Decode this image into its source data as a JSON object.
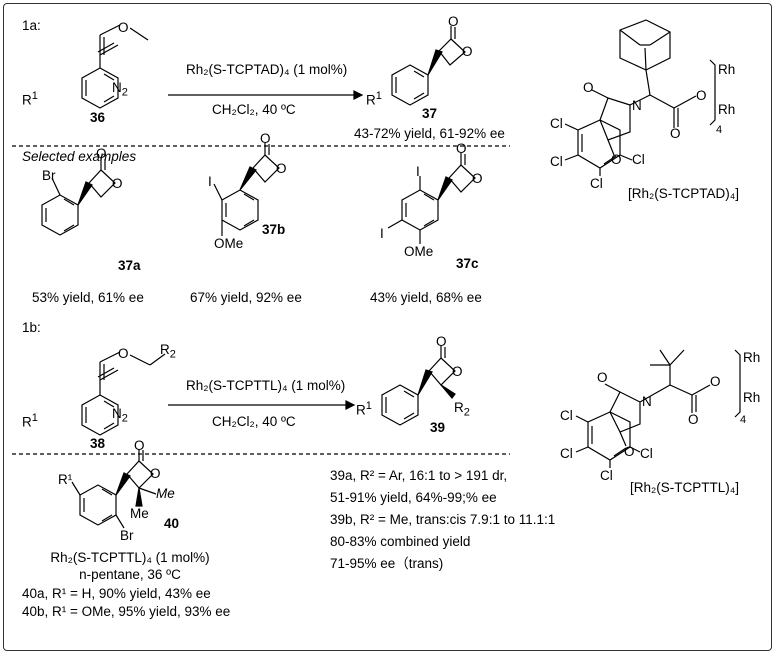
{
  "part_a": {
    "label": "1a:",
    "substrate": "36",
    "product": "37",
    "catalyst": "Rh₂(S-TCPTAD)₄ (1 mol%)",
    "conditions": "CH₂Cl₂, 40 ºC",
    "result": "43-72% yield, 61-92% ee",
    "selected": "Selected examples",
    "examples": [
      {
        "id": "37a",
        "result": "53% yield, 61% ee",
        "atoms": [
          "Br",
          "O",
          "O"
        ]
      },
      {
        "id": "37b",
        "result": "67% yield, 92% ee",
        "atoms": [
          "I",
          "O",
          "O",
          "OMe"
        ]
      },
      {
        "id": "37c",
        "result": "43% yield, 68% ee",
        "atoms": [
          "I",
          "I",
          "O",
          "O",
          "OMe"
        ]
      }
    ],
    "cat_name": "[Rh₂(S-TCPTAD)₄]"
  },
  "part_b": {
    "label": "1b:",
    "substrate": "38",
    "product": "39",
    "catalyst": "Rh₂(S-TCPTTL)₄ (1 mol%)",
    "conditions": "CH₂Cl₂, 40 ºC",
    "cat_name": "[Rh₂(S-TCPTTL)₄]",
    "notes": [
      "39a, R² = Ar, 16:1 to > 191 dr,",
      "51-91% yield, 64%-99;% ee",
      "39b, R² = Me, trans:cis 7.9:1 to 11.1:1",
      "80-83% combined yield",
      "71-95% ee（trans)"
    ],
    "example": {
      "id": "40",
      "atoms": [
        "R¹",
        "O",
        "O",
        "Me",
        "Me",
        "Br"
      ],
      "catalyst": "Rh₂(S-TCPTTL)₄ (1 mol%)",
      "conditions": "n-pentane, 36 ºC",
      "rows": [
        "40a, R¹ = H, 90% yield, 43% ee",
        "40b, R¹ = OMe, 95% yield, 93% ee"
      ]
    }
  }
}
